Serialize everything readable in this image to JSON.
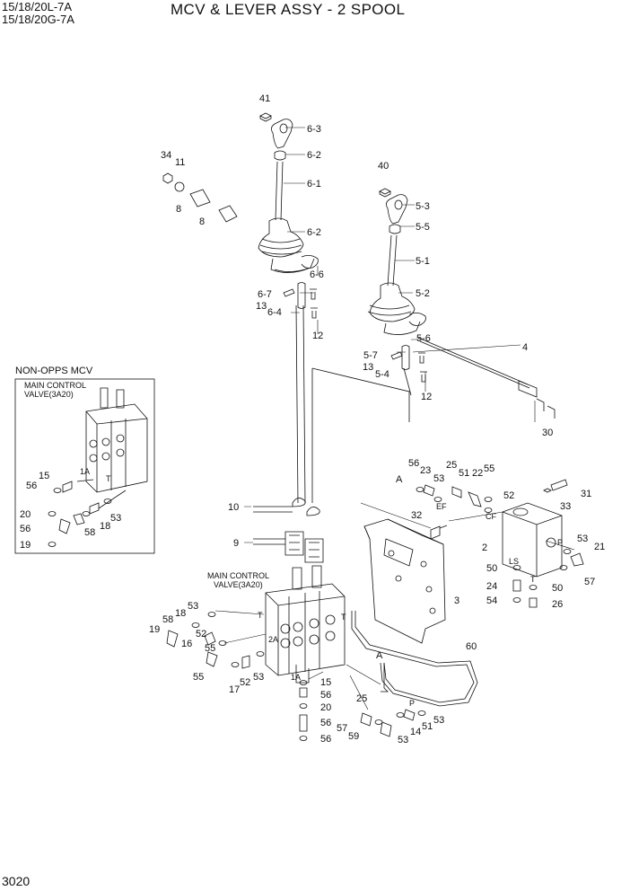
{
  "header": {
    "models_line1": "15/18/20L-7A",
    "models_line2": "15/18/20G-7A",
    "title": "MCV & LEVER ASSY - 2 SPOOL",
    "page_number": "3020"
  },
  "inset": {
    "title": "NON-OPPS MCV",
    "subtitle_line1": "MAIN CONTROL",
    "subtitle_line2": "VALVE(3A20)"
  },
  "main_valve": {
    "label_line1": "MAIN CONTROL",
    "label_line2": "VALVE(3A20)"
  },
  "callouts": [
    {
      "id": "c41",
      "text": "41"
    },
    {
      "id": "c6_3",
      "text": "6-3"
    },
    {
      "id": "c6_2a",
      "text": "6-2"
    },
    {
      "id": "c6_1",
      "text": "6-1"
    },
    {
      "id": "c34",
      "text": "34"
    },
    {
      "id": "c11",
      "text": "11"
    },
    {
      "id": "c8a",
      "text": "8"
    },
    {
      "id": "c8b",
      "text": "8"
    },
    {
      "id": "c6_2b",
      "text": "6-2"
    },
    {
      "id": "c6_6",
      "text": "6-6"
    },
    {
      "id": "c6_7",
      "text": "6-7"
    },
    {
      "id": "c13a",
      "text": "13"
    },
    {
      "id": "c6_4",
      "text": "6-4"
    },
    {
      "id": "c12a",
      "text": "12"
    },
    {
      "id": "c40",
      "text": "40"
    },
    {
      "id": "c5_3",
      "text": "5-3"
    },
    {
      "id": "c5_5",
      "text": "5-5"
    },
    {
      "id": "c5_1",
      "text": "5-1"
    },
    {
      "id": "c5_2",
      "text": "5-2"
    },
    {
      "id": "c5_6",
      "text": "5-6"
    },
    {
      "id": "c4",
      "text": "4"
    },
    {
      "id": "c5_7",
      "text": "5-7"
    },
    {
      "id": "c13b",
      "text": "13"
    },
    {
      "id": "c5_4",
      "text": "5-4"
    },
    {
      "id": "c12b",
      "text": "12"
    },
    {
      "id": "c30",
      "text": "30"
    },
    {
      "id": "c10",
      "text": "10"
    },
    {
      "id": "c9",
      "text": "9"
    },
    {
      "id": "cA1",
      "text": "A"
    },
    {
      "id": "c56a",
      "text": "56"
    },
    {
      "id": "c23",
      "text": "23"
    },
    {
      "id": "c53a",
      "text": "53"
    },
    {
      "id": "c25a",
      "text": "25"
    },
    {
      "id": "c51a",
      "text": "51"
    },
    {
      "id": "c22",
      "text": "22"
    },
    {
      "id": "c55a",
      "text": "55"
    },
    {
      "id": "c52a",
      "text": "52"
    },
    {
      "id": "c31",
      "text": "31"
    },
    {
      "id": "c33",
      "text": "33"
    },
    {
      "id": "c32",
      "text": "32"
    },
    {
      "id": "c2",
      "text": "2"
    },
    {
      "id": "c53b",
      "text": "53"
    },
    {
      "id": "c21",
      "text": "21"
    },
    {
      "id": "c50a",
      "text": "50"
    },
    {
      "id": "c24",
      "text": "24"
    },
    {
      "id": "c50b",
      "text": "50"
    },
    {
      "id": "c57a",
      "text": "57"
    },
    {
      "id": "c54",
      "text": "54"
    },
    {
      "id": "c26",
      "text": "26"
    },
    {
      "id": "c3",
      "text": "3"
    },
    {
      "id": "c60",
      "text": "60"
    },
    {
      "id": "cA2",
      "text": "A"
    },
    {
      "id": "c53c",
      "text": "53"
    },
    {
      "id": "c18a",
      "text": "18"
    },
    {
      "id": "c58a",
      "text": "58"
    },
    {
      "id": "c19a",
      "text": "19"
    },
    {
      "id": "c16",
      "text": "16"
    },
    {
      "id": "c52b",
      "text": "52"
    },
    {
      "id": "c55b",
      "text": "55"
    },
    {
      "id": "c55c",
      "text": "55"
    },
    {
      "id": "c17",
      "text": "17"
    },
    {
      "id": "c52c",
      "text": "52"
    },
    {
      "id": "c53d",
      "text": "53"
    },
    {
      "id": "c15a",
      "text": "15"
    },
    {
      "id": "c56b",
      "text": "56"
    },
    {
      "id": "c20a",
      "text": "20"
    },
    {
      "id": "c56c",
      "text": "56"
    },
    {
      "id": "c56d",
      "text": "56"
    },
    {
      "id": "c25b",
      "text": "25"
    },
    {
      "id": "c57b",
      "text": "57"
    },
    {
      "id": "c59",
      "text": "59"
    },
    {
      "id": "c53e",
      "text": "53"
    },
    {
      "id": "c14",
      "text": "14"
    },
    {
      "id": "c51b",
      "text": "51"
    },
    {
      "id": "i53a",
      "text": "53"
    },
    {
      "id": "i15",
      "text": "15"
    },
    {
      "id": "i56a",
      "text": "56"
    },
    {
      "id": "i20",
      "text": "20"
    },
    {
      "id": "i56b",
      "text": "56"
    },
    {
      "id": "i19",
      "text": "19"
    },
    {
      "id": "i58",
      "text": "58"
    },
    {
      "id": "i18",
      "text": "18"
    },
    {
      "id": "i53b",
      "text": "53"
    }
  ],
  "port_marks": [
    {
      "id": "pEF",
      "text": "EF"
    },
    {
      "id": "pCF",
      "text": "CF"
    },
    {
      "id": "pP1",
      "text": "P"
    },
    {
      "id": "pLS",
      "text": "LS"
    },
    {
      "id": "pT1",
      "text": "T"
    },
    {
      "id": "pT2",
      "text": "T"
    },
    {
      "id": "p2A",
      "text": "2A"
    },
    {
      "id": "p1A",
      "text": "1A"
    },
    {
      "id": "pP2",
      "text": "P"
    },
    {
      "id": "pT3",
      "text": "T"
    },
    {
      "id": "pI1A",
      "text": "1A"
    },
    {
      "id": "pIT",
      "text": "T"
    }
  ]
}
